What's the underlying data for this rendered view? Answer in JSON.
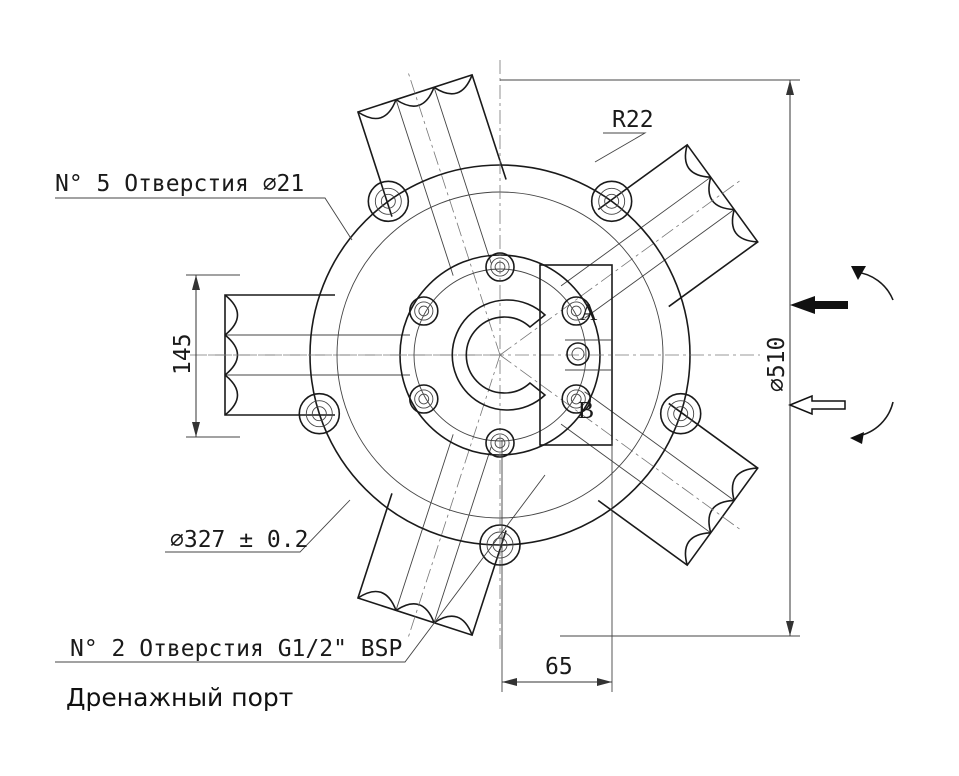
{
  "labels": {
    "holes5": "N° 5 Отверстия ⌀21",
    "holes2": "N° 2 Отверстия G1/2\" BSP",
    "drain": "Дренажный порт",
    "radius": "R22",
    "diameter_outer": "⌀510",
    "diameter_pitch": "⌀327 ± 0.2",
    "height_145": "145",
    "width_65": "65",
    "port_a": "A",
    "port_b": "B"
  }
}
